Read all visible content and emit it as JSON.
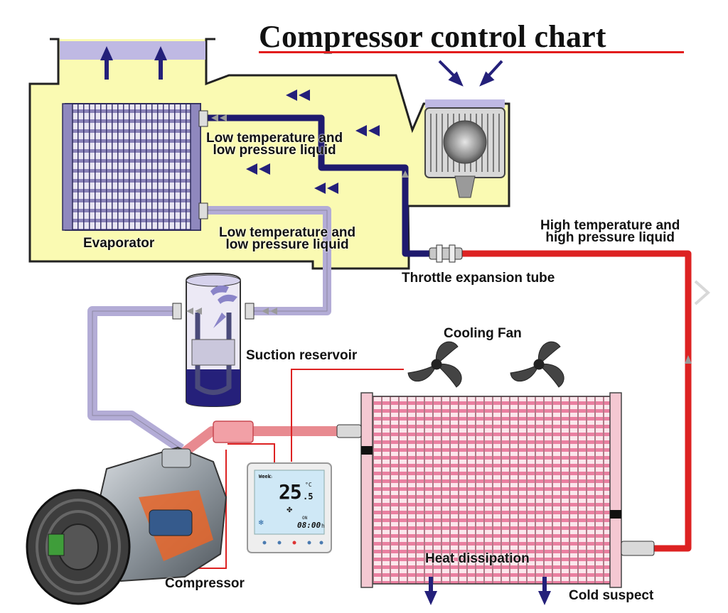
{
  "title": "Compressor control chart",
  "labels": {
    "evaporator": "Evaporator",
    "liquid_top_1": "Low temperature and",
    "liquid_top_2": "low pressure liquid",
    "liquid_mid_1": "Low temperature and",
    "liquid_mid_2": "low pressure liquid",
    "high_1": "High temperature and",
    "high_2": "high pressure liquid",
    "throttle": "Throttle expansion tube",
    "cooling_fan": "Cooling Fan",
    "suction": "Suction reservoir",
    "heat": "Heat dissipation",
    "compressor": "Compressor",
    "cold": "Cold suspect"
  },
  "thermostat": {
    "mode": "Week",
    "temp": "25",
    "temp_decimal": ".5",
    "unit": "°C",
    "status": "ON",
    "time": "08:00",
    "time_suffix": "h"
  },
  "colors": {
    "evaporator_housing": "#fafab2",
    "evaporator_pipe": "#1f1a6e",
    "suction_pipe": "#b3acd6",
    "hot_pipe": "#dd2222",
    "condenser": "#f4c8d2",
    "arrow": "#24207a",
    "title_underline": "#e21c1c"
  }
}
